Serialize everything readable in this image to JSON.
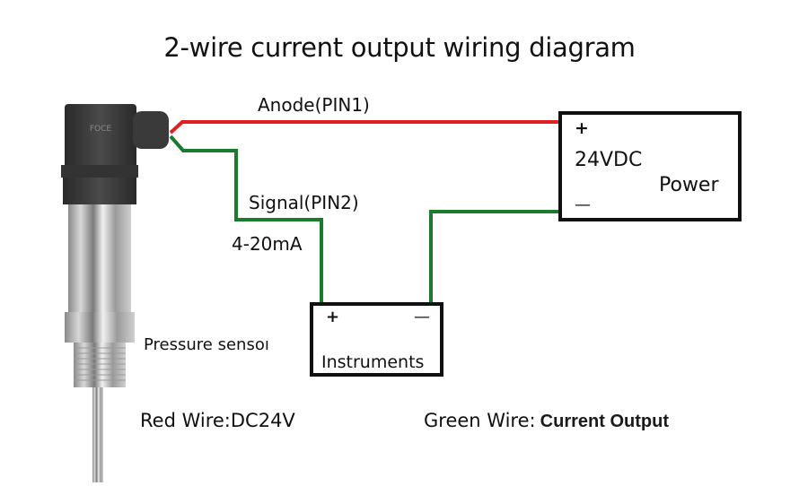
{
  "title": "2-wire current output wiring diagram",
  "colors": {
    "red_wire": "#e02020",
    "green_wire": "#1a7a2e",
    "box_border": "#111111"
  },
  "wires": {
    "anode_label": "Anode(PIN1)",
    "signal_label": "Signal(PIN2)",
    "signal_range": "4-20mA"
  },
  "power_box": {
    "plus": "+",
    "voltage": "24VDC",
    "name": "Power",
    "minus": "—"
  },
  "instruments_box": {
    "plus": "+",
    "minus": "—",
    "name": "Instruments"
  },
  "sensor": {
    "label": "Pressure sensoı",
    "connector_text": "FOCE"
  },
  "legend": {
    "red": "Red Wire:DC24V",
    "green_prefix": "Green Wire:",
    "green_value": "Current Output"
  }
}
